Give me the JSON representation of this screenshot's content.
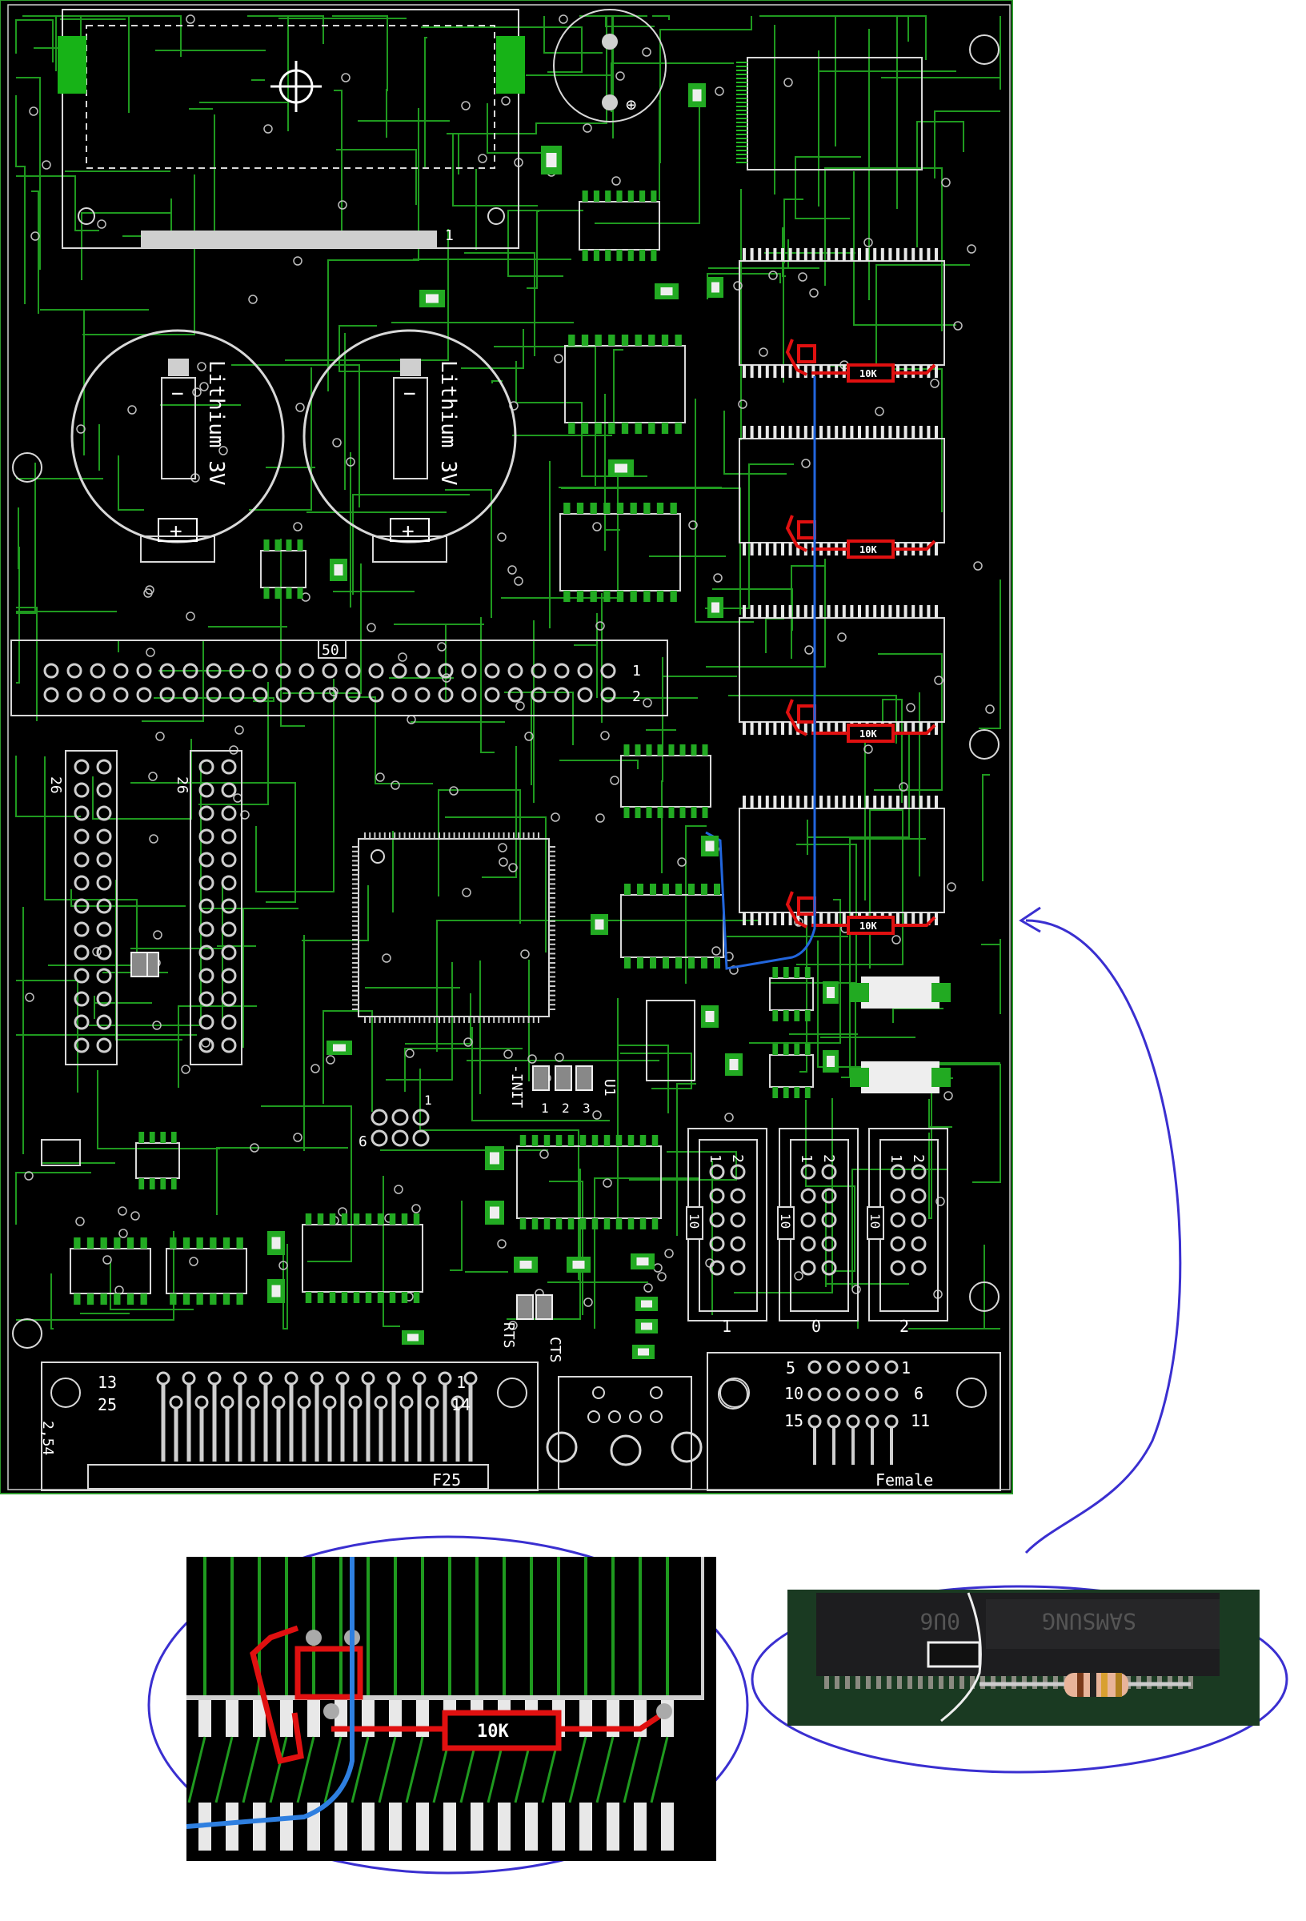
{
  "board": {
    "labels": {
      "battery_1": "Lithium 3V",
      "battery_2": "Lithium 3V",
      "battery_minus": "−",
      "battery_plus": "+",
      "pin_50": "50",
      "pin_1": "1",
      "pin_2": "2",
      "pin_26": "26",
      "pin_1b": "1",
      "pin_6": "6",
      "init": "-INIT",
      "jp_1": "1",
      "jp_2": "2",
      "jp_3": "3",
      "u1": "U1",
      "rts": "RTS",
      "cts": "CTS",
      "idc_label_1": "10",
      "idc_label_2": "10",
      "idc_label_3": "10",
      "idc_bottom_1": "1",
      "idc_bottom_0": "0",
      "idc_bottom_2": "2",
      "idc_top_a": "1",
      "idc_top_b": "2",
      "dsub25_13": "13",
      "dsub25_25": "25",
      "dsub25_1": "1",
      "dsub25_14": "14",
      "pitch": "2,54",
      "dsub25_name": "F25",
      "dsub15_5": "5",
      "dsub15_1": "1",
      "dsub15_10": "10",
      "dsub15_6": "6",
      "dsub15_15": "15",
      "dsub15_11": "11",
      "female": "Female",
      "plus_mark": "⊕",
      "connector_pin1": "1",
      "resistors": [
        "10K",
        "10K",
        "10K",
        "10K"
      ]
    }
  },
  "zoom_detail": {
    "resistor_label": "10K"
  },
  "photo_detail": {
    "chip_text": "SAMSUNG",
    "chip_text_2": "0U6"
  },
  "colors": {
    "pcb_background": "#000000",
    "trace": "#22aa22",
    "pad": "#dddddd",
    "silkscreen": "#e0e0e0",
    "mod_trace_red": "#e01010",
    "mod_trace_blue": "#2266dd",
    "callout": "#3a2fd0",
    "photo_board": "#1a3a22"
  }
}
